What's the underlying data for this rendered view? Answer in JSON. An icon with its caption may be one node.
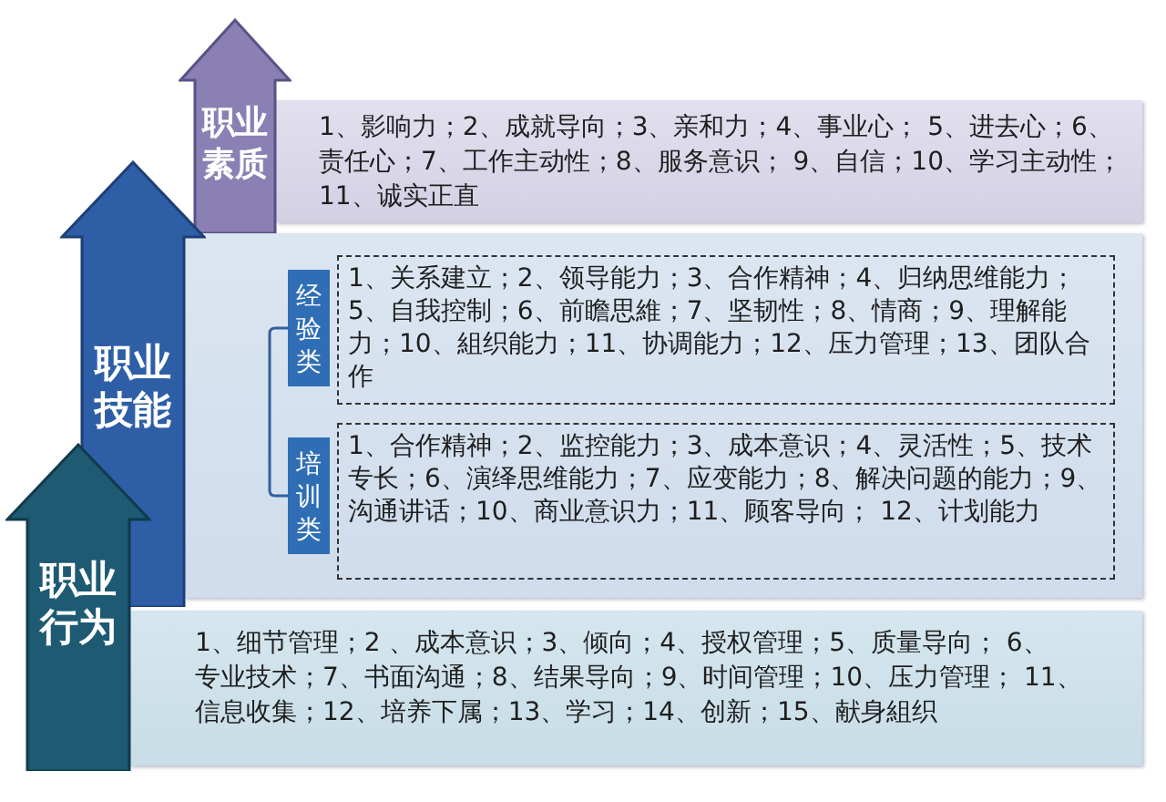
{
  "diagram": {
    "nodes": [
      {
        "text": [
          "职业素质"
        ]
      },
      {
        "text": [
          "1、影响力；2、成就导向；3、亲和力；4、事业心； 5、进去心；6、责任心；7、工作主动性；8、服务意识； 9、自信；10、学习主动性；11、诚实正直"
        ]
      },
      {
        "text": [
          "职业技能"
        ]
      },
      {
        "text": [],
        "shape": "box"
      },
      {
        "text": [
          "经验类"
        ],
        "in": 3
      },
      {
        "text": [
          "1、关系建立；2、领导能力；3、合作精神；4、归纳思维能力；5、自我控制；6、前瞻思維；7、坚韧性；8、情商；9、理解能力；10、組织能力；11、协调能力；12、压力管理；13、团队合作"
        ],
        "in": 3
      },
      {
        "text": [
          "培训类"
        ],
        "in": 3
      },
      {
        "text": [
          "1、合作精神；2、监控能力；3、成本意识；4、灵活性；5、技术专长；6、演绎思维能力；7、应变能力；8、解决问题的能力；9、沟通讲话；10、商业意识力；11、顾客导向； 12、计划能力"
        ],
        "in": 3
      },
      {
        "text": [
          "职业行为"
        ]
      },
      {
        "text": [
          "1、细节管理；2 、成本意识；3、倾向；4、授权管理；5、质量导向； 6、专业技术；7、书面沟通；8、结果导向；9、时间管理；10、压力管理； 11、信息收集；12、培养下属；13、学习；14、创新；15、献身組织"
        ]
      }
    ]
  }
}
